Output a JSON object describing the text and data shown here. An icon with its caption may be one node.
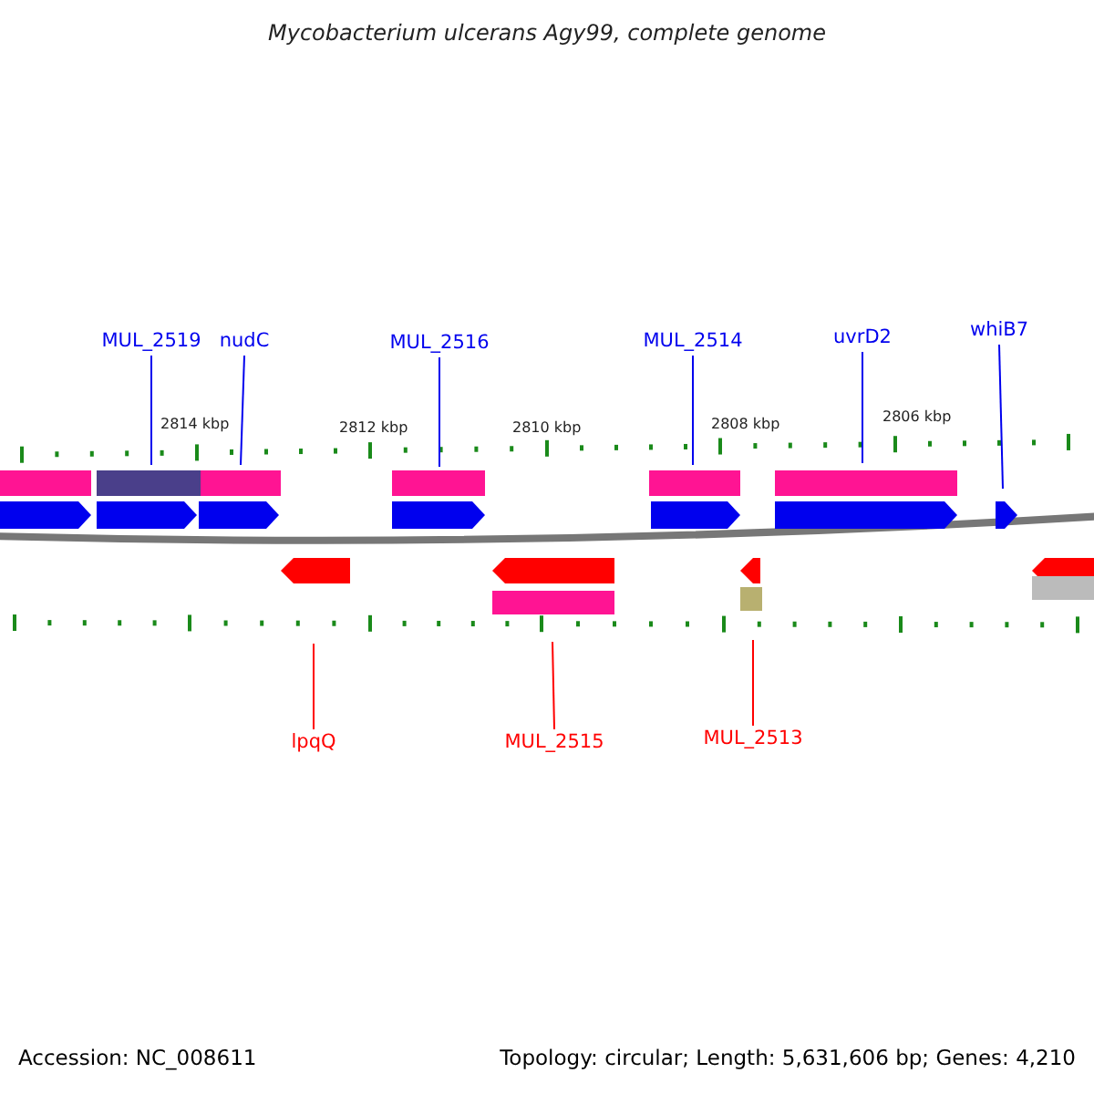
{
  "diagram": {
    "title": "Mycobacterium ulcerans Agy99, complete genome",
    "nodes": [
      {
        "text": [
          "MUL_2519"
        ]
      },
      {
        "text": [
          "nudC"
        ]
      },
      {
        "text": [
          "MUL_2516"
        ]
      },
      {
        "text": [
          "MUL_2514"
        ]
      },
      {
        "text": [
          "uvrD2"
        ]
      },
      {
        "text": [
          "whiB7"
        ]
      },
      {
        "text": [
          "lpqQ"
        ]
      },
      {
        "text": [
          "MUL_2515"
        ]
      },
      {
        "text": [
          "MUL_2513"
        ]
      }
    ],
    "edges": [
      {
        "from": 0,
        "to": null,
        "arrow": "none"
      },
      {
        "from": 1,
        "to": null,
        "arrow": "none"
      },
      {
        "from": 2,
        "to": null,
        "arrow": "none"
      },
      {
        "from": 3,
        "to": null,
        "arrow": "none"
      },
      {
        "from": 4,
        "to": null,
        "arrow": "none"
      },
      {
        "from": 5,
        "to": null,
        "arrow": "none"
      },
      {
        "from": 6,
        "to": null,
        "arrow": "none",
        "color": "#ff0000"
      },
      {
        "from": 7,
        "to": null,
        "arrow": "none",
        "color": "#ff0000"
      },
      {
        "from": 8,
        "to": null,
        "arrow": "none",
        "color": "#ff0000"
      }
    ],
    "labels": [
      "2814 kbp",
      "2812 kbp",
      "2810 kbp",
      "2808 kbp",
      "2806 kbp",
      "Accession: NC_008611",
      "Topology: circular; Length: 5,631,606 bp; Genes: 4,210"
    ]
  }
}
